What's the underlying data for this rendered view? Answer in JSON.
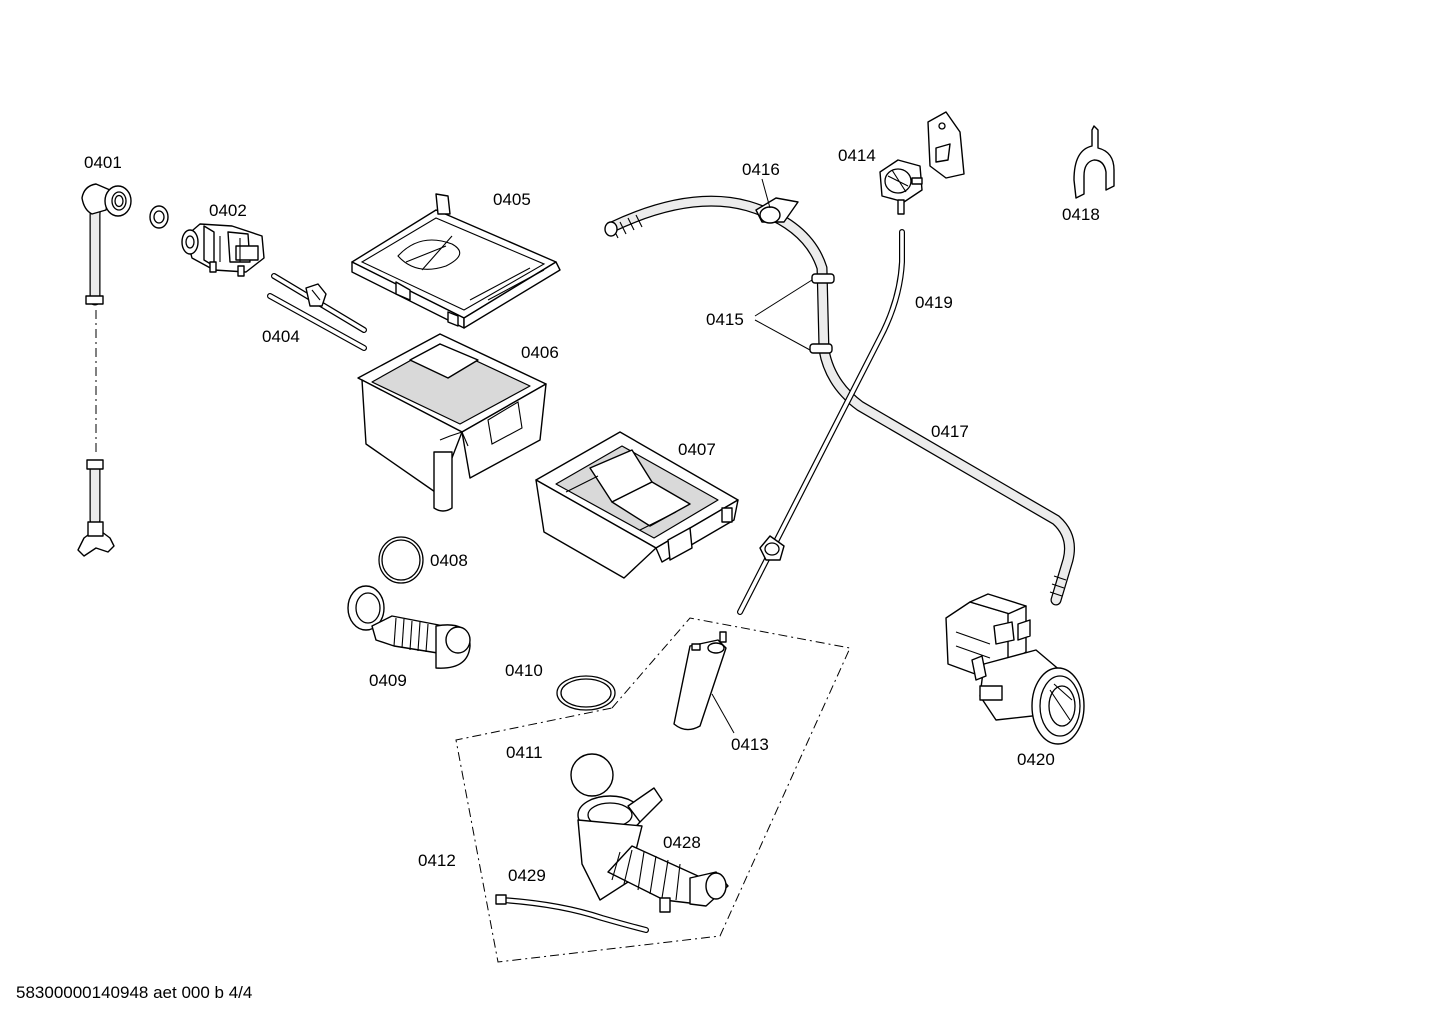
{
  "diagram": {
    "labels": {
      "p0401": "0401",
      "p0402": "0402",
      "p0404": "0404",
      "p0405": "0405",
      "p0406": "0406",
      "p0407": "0407",
      "p0408": "0408",
      "p0409": "0409",
      "p0410": "0410",
      "p0411": "0411",
      "p0412": "0412",
      "p0413": "0413",
      "p0414": "0414",
      "p0415": "0415",
      "p0416": "0416",
      "p0417": "0417",
      "p0418": "0418",
      "p0419": "0419",
      "p0420": "0420",
      "p0428": "0428",
      "p0429": "0429"
    },
    "footer": "58300000140948 aet 000 b 4/4"
  },
  "colors": {
    "ink": "#000000",
    "paper": "#ffffff",
    "shade": "#d9d9d9"
  }
}
